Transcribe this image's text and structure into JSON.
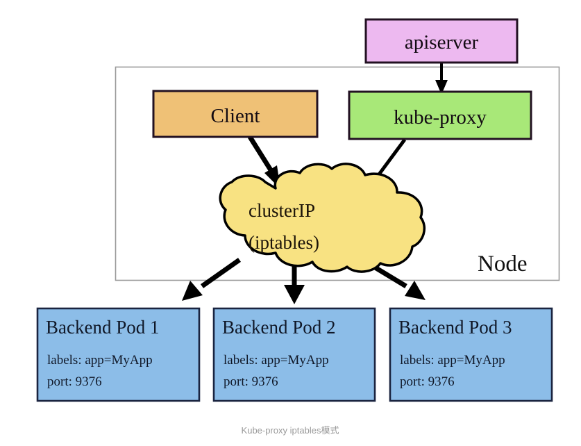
{
  "diagram": {
    "caption": "Kube-proxy iptables模式",
    "node_label": "Node",
    "colors": {
      "apiserver_fill": "#edb9f0",
      "client_fill": "#efc176",
      "kubeproxy_fill": "#a8e878",
      "cloud_fill": "#f8e282",
      "pod_fill": "#8cbde8",
      "box_stroke": "#221122",
      "node_stroke": "#9a9a9a",
      "arrow_color": "#000000",
      "caption_color": "#9a9a9a",
      "background": "#ffffff"
    },
    "boxes": {
      "apiserver": {
        "label": "apiserver"
      },
      "client": {
        "label": "Client"
      },
      "kube_proxy": {
        "label": "kube-proxy"
      },
      "cluster_ip": {
        "line1": "clusterIP",
        "line2": "(iptables)"
      }
    },
    "pods": [
      {
        "title": "Backend Pod 1",
        "labels": "labels: app=MyApp",
        "port": "port: 9376"
      },
      {
        "title": "Backend Pod 2",
        "labels": "labels: app=MyApp",
        "port": "port: 9376"
      },
      {
        "title": "Backend Pod 3",
        "labels": "labels: app=MyApp",
        "port": "port: 9376"
      }
    ],
    "edges": [
      {
        "name": "apiserver-to-kube-proxy"
      },
      {
        "name": "client-to-clusterip"
      },
      {
        "name": "kube-proxy-to-clusterip"
      },
      {
        "name": "clusterip-to-pod-1"
      },
      {
        "name": "clusterip-to-pod-2"
      },
      {
        "name": "clusterip-to-pod-3"
      }
    ]
  }
}
